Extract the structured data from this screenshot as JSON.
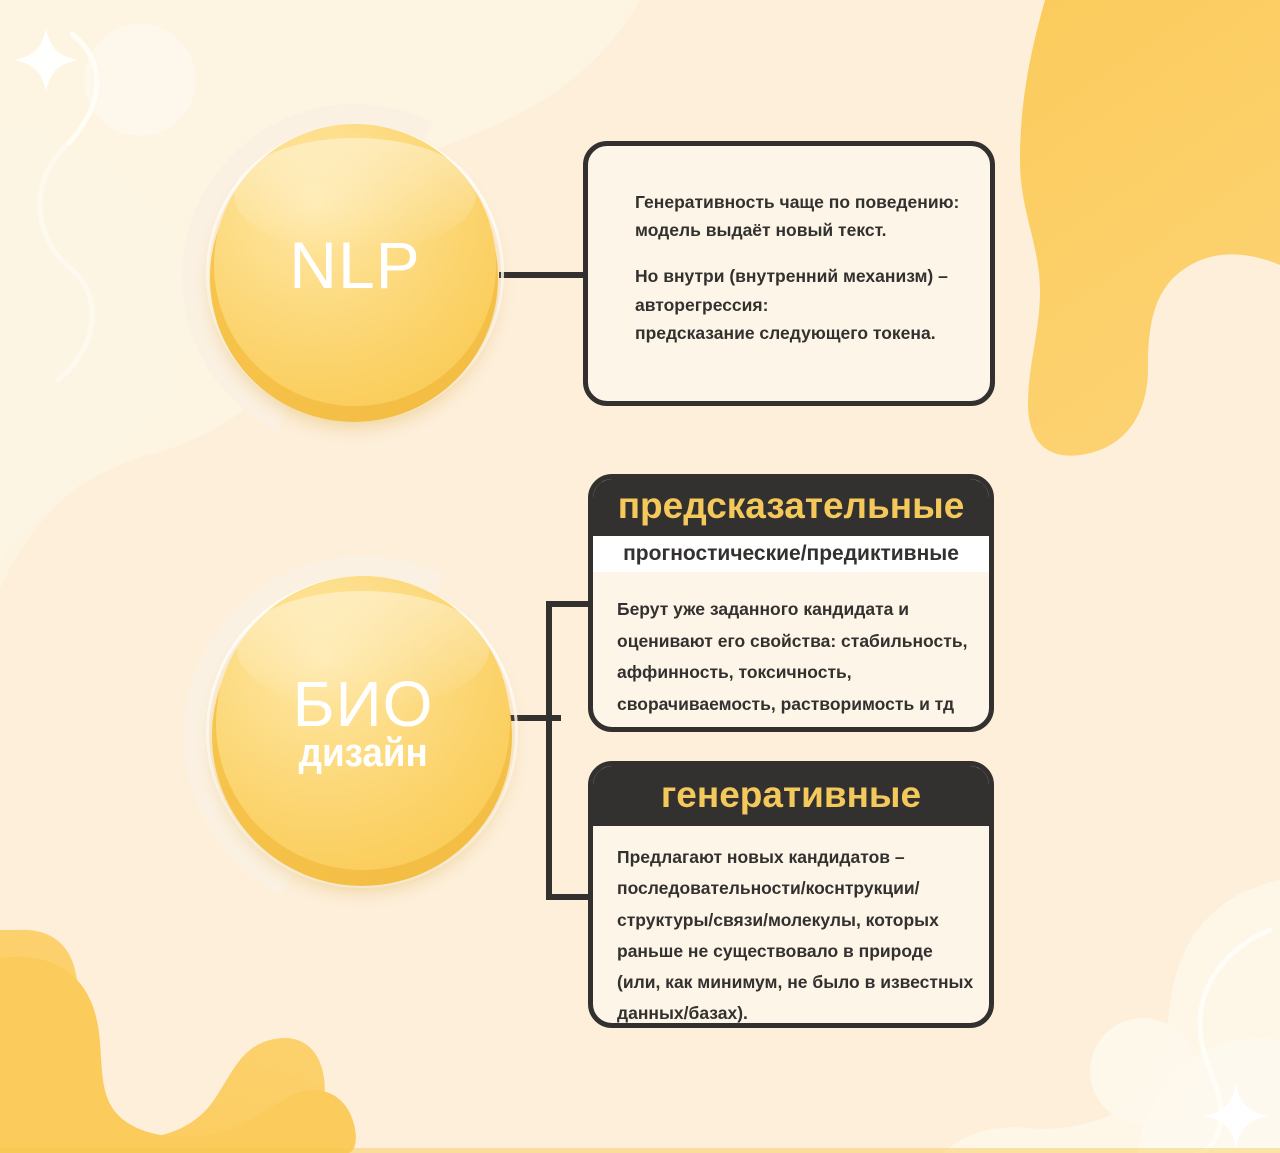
{
  "palette": {
    "page_background": "#FDEFDA",
    "card_background": "#FDF6E8",
    "ink_dark": "#33312F",
    "accent_yellow": "#F5C85C",
    "coin_yellow": "#F8C94F",
    "blob_yellow": "#FBCB5C",
    "white": "#FFFFFF"
  },
  "nodes": {
    "nlp": {
      "label_main": "NLP",
      "label_sub": ""
    },
    "biodesign": {
      "label_main": "БИО",
      "label_sub": "дизайн"
    }
  },
  "cards": {
    "nlp": {
      "header": "",
      "subheader": "",
      "body_lines": [
        "Генеративность чаще по поведению:",
        "модель выдаёт новый текст.",
        "",
        "Но внутри  (внутренний механизм) –",
        "авторегрессия:",
        "предсказание следующего токена."
      ]
    },
    "predictive": {
      "header": "предсказательные",
      "subheader": "прогностические/предиктивные",
      "body_lines": [
        "Берут уже заданного кандидата и",
        "оценивают его свойства: стабильность,",
        "аффинность, токсичность,",
        "сворачиваемость, растворимость и тд"
      ]
    },
    "generative": {
      "header": "генеративные",
      "subheader": "",
      "body_lines": [
        "Предлагают новых кандидатов –",
        " последовательности/коснтрукции/",
        "структуры/связи/молекулы, которых",
        "раньше не существовало в природе",
        "(или, как минимум, не было в известных",
        "данных/базах)."
      ]
    }
  },
  "decor": {
    "sparkle_top_left": "sparkle-icon",
    "sparkle_bottom_right": "sparkle-icon",
    "blob_top_right": "blob-shape",
    "blob_bottom_left": "blob-shape",
    "circle_top_left": "circle-shape",
    "circle_bottom_right": "circle-shape",
    "wave_top_left": "wave-line",
    "wave_bottom_right": "wave-line"
  }
}
